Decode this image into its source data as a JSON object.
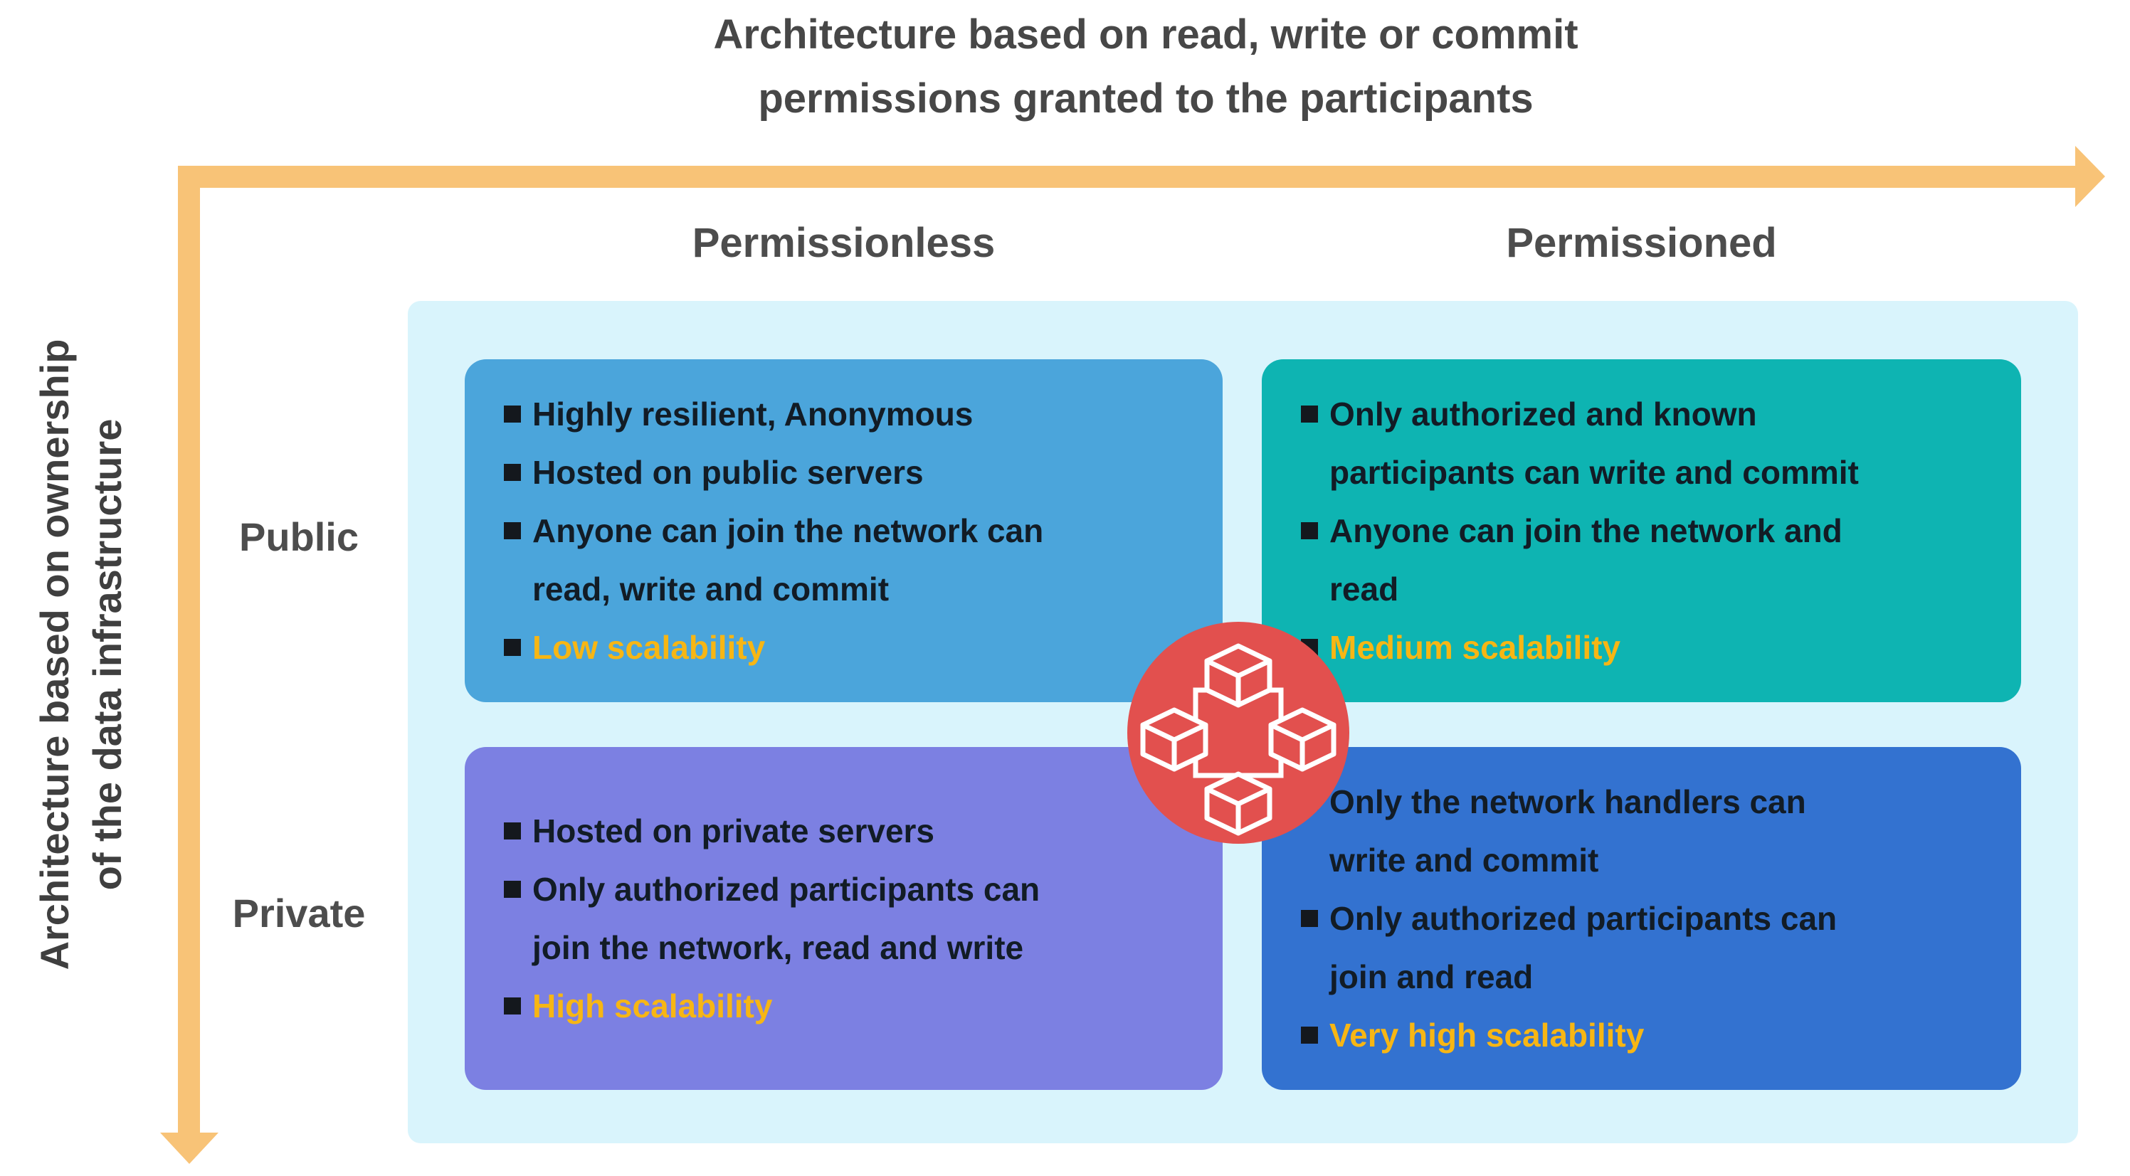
{
  "title": {
    "line1": "Architecture based on read, write or commit",
    "line2": "permissions granted to the participants"
  },
  "y_axis": {
    "line1": "Architecture based on ownership",
    "line2": "of the data infrastructure",
    "rows": [
      "Public",
      "Private"
    ]
  },
  "x_axis": {
    "columns": [
      "Permissionless",
      "Permissioned"
    ]
  },
  "quadrants": [
    {
      "row": "Public",
      "column": "Permissionless",
      "bullets": [
        "Highly resilient, Anonymous",
        "Hosted on public servers",
        "Anyone can join the network can\nread, write and commit"
      ],
      "scalability": "Low scalability"
    },
    {
      "row": "Public",
      "column": "Permissioned",
      "bullets": [
        "Only authorized and known\nparticipants can write and commit",
        "Anyone can join the network and\nread"
      ],
      "scalability": "Medium scalability"
    },
    {
      "row": "Private",
      "column": "Permissionless",
      "bullets": [
        "Hosted on private servers",
        "Only authorized participants can\njoin the network, read and write"
      ],
      "scalability": "High scalability"
    },
    {
      "row": "Private",
      "column": "Permissioned",
      "bullets": [
        "Only the network handlers can\nwrite and commit",
        "Only authorized participants can\njoin and read"
      ],
      "scalability": "Very high scalability"
    }
  ],
  "icon": {
    "name": "blockchain-icon",
    "description": "four linked blocks in a red circle"
  },
  "colors": {
    "quadrant_public_permissionless": "#4BA5DB",
    "quadrant_public_permissioned": "#0EB4B2",
    "quadrant_private_permissionless": "#7C80E2",
    "quadrant_private_permissioned": "#3372D0",
    "matrix_background": "#D9F4FC",
    "arrow": "#F8C377",
    "icon_circle": "#E2504E",
    "scalability_highlight": "#F7B614",
    "bullet_text": "#121C26",
    "heading_text": "#4A4A4A"
  }
}
